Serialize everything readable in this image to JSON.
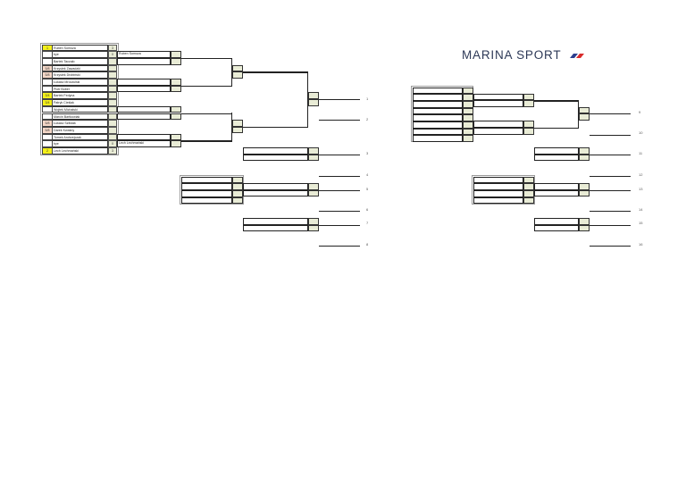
{
  "brand": {
    "name": "MARINA SPORT",
    "colors": {
      "text": "#2d3957",
      "stripe_blue": "#2d3f8e",
      "stripe_red": "#d92b2b"
    }
  },
  "bracket_left": {
    "round1": [
      {
        "seed": "1",
        "seed_style": "y",
        "name": "Ruben Somoza",
        "score": "3"
      },
      {
        "seed": "",
        "seed_style": "",
        "name": "bye",
        "score": "0"
      },
      {
        "seed": "",
        "seed_style": "",
        "name": "Bartek Taczało",
        "score": ""
      },
      {
        "seed": "5/8",
        "seed_style": "p",
        "name": "Krzysiek Zawadzki",
        "score": ""
      },
      {
        "seed": "5/8",
        "seed_style": "p",
        "name": "Krzysiek Drobiński",
        "score": ""
      },
      {
        "seed": "",
        "seed_style": "",
        "name": "Łukasz Mroczulski",
        "score": ""
      },
      {
        "seed": "",
        "seed_style": "",
        "name": "Piotr Bober",
        "score": ""
      },
      {
        "seed": "3/4",
        "seed_style": "y",
        "name": "Bartek Fedyna",
        "score": ""
      },
      {
        "seed": "3/4",
        "seed_style": "y",
        "name": "Patryk Cieślak",
        "score": ""
      },
      {
        "seed": "",
        "seed_style": "",
        "name": "Wojtek Michalski",
        "score": ""
      },
      {
        "seed": "",
        "seed_style": "",
        "name": "Marcin Bartkowiak",
        "score": ""
      },
      {
        "seed": "5/8",
        "seed_style": "p",
        "name": "Łukasz Szlistak",
        "score": ""
      },
      {
        "seed": "5/8",
        "seed_style": "p",
        "name": "Darek Kwaśny",
        "score": ""
      },
      {
        "seed": "",
        "seed_style": "",
        "name": "Tomek Andrzejczak",
        "score": ""
      },
      {
        "seed": "",
        "seed_style": "",
        "name": "bye",
        "score": "0"
      },
      {
        "seed": "2",
        "seed_style": "y",
        "name": "Lech Lechmański",
        "score": "3"
      }
    ],
    "round2_winners": [
      "Ruben Somoza",
      "",
      "",
      "",
      "",
      "",
      "",
      "Lech Lechmański"
    ],
    "places": [
      "1",
      "2",
      "3",
      "4",
      "5",
      "6",
      "7",
      "8"
    ]
  },
  "bracket_right": {
    "places": [
      "9",
      "10",
      "11",
      "12",
      "13",
      "14",
      "15",
      "16"
    ]
  }
}
